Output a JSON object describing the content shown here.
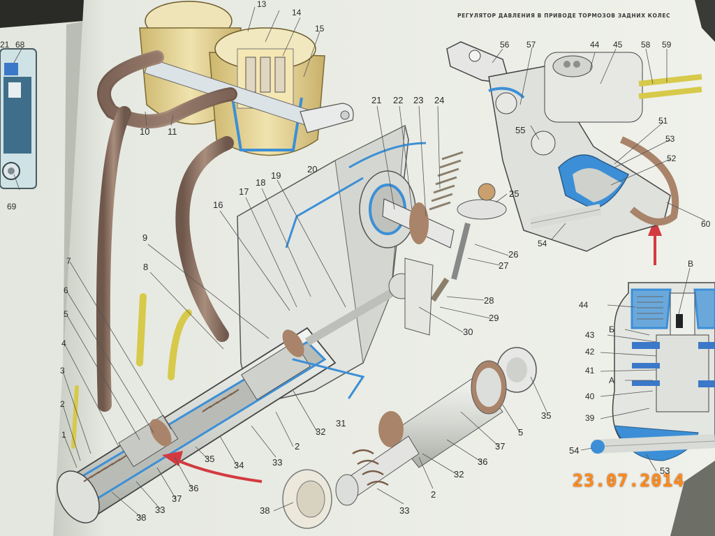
{
  "page_header": "РЕГУЛЯТОР ДАВЛЕНИЯ В ПРИВОДЕ ТОРМОЗОВ ЗАДНИХ КОЛЕС",
  "date_stamp": "23.07.2014",
  "colors": {
    "page": "#eceee6",
    "reservoir": "#e8d79a",
    "hose": "#8a6e60",
    "brake_fluid": "#3c8fd6",
    "metal": "#d9dbd6",
    "seal": "#a9846a",
    "arrow": "#d23a40",
    "date_stamp": "#ff8a1a"
  },
  "left_page_labels": [
    {
      "id": "lp-21",
      "text": "21"
    },
    {
      "id": "lp-68",
      "text": "68"
    },
    {
      "id": "lp-69",
      "text": "69"
    }
  ],
  "master_cylinder_labels": [
    {
      "id": "mc-13",
      "text": "13"
    },
    {
      "id": "mc-14",
      "text": "14"
    },
    {
      "id": "mc-15",
      "text": "15"
    },
    {
      "id": "mc-10",
      "text": "10"
    },
    {
      "id": "mc-11",
      "text": "11"
    },
    {
      "id": "mc-9",
      "text": "9"
    },
    {
      "id": "mc-8",
      "text": "8"
    },
    {
      "id": "mc-7",
      "text": "7"
    },
    {
      "id": "mc-6",
      "text": "6"
    },
    {
      "id": "mc-5a",
      "text": "5"
    },
    {
      "id": "mc-4",
      "text": "4"
    },
    {
      "id": "mc-3",
      "text": "3"
    },
    {
      "id": "mc-2a",
      "text": "2"
    },
    {
      "id": "mc-1",
      "text": "1"
    },
    {
      "id": "mc-16",
      "text": "16"
    },
    {
      "id": "mc-17",
      "text": "17"
    },
    {
      "id": "mc-18",
      "text": "18"
    },
    {
      "id": "mc-19",
      "text": "19"
    },
    {
      "id": "mc-20",
      "text": "20"
    },
    {
      "id": "mc-38a",
      "text": "38"
    },
    {
      "id": "mc-33a",
      "text": "33"
    },
    {
      "id": "mc-37a",
      "text": "37"
    },
    {
      "id": "mc-36a",
      "text": "36"
    },
    {
      "id": "mc-35a",
      "text": "35"
    },
    {
      "id": "mc-34",
      "text": "34"
    },
    {
      "id": "mc-33b",
      "text": "33"
    },
    {
      "id": "mc-2b",
      "text": "2"
    },
    {
      "id": "mc-32a",
      "text": "32"
    },
    {
      "id": "mc-31",
      "text": "31"
    }
  ],
  "regulator_labels": [
    {
      "id": "rg-21",
      "text": "21"
    },
    {
      "id": "rg-22",
      "text": "22"
    },
    {
      "id": "rg-23",
      "text": "23"
    },
    {
      "id": "rg-24",
      "text": "24"
    },
    {
      "id": "rg-25",
      "text": "25"
    },
    {
      "id": "rg-26",
      "text": "26"
    },
    {
      "id": "rg-27",
      "text": "27"
    },
    {
      "id": "rg-28",
      "text": "28"
    },
    {
      "id": "rg-29",
      "text": "29"
    },
    {
      "id": "rg-30",
      "text": "30"
    }
  ],
  "exploded_labels": [
    {
      "id": "ex-35",
      "text": "35"
    },
    {
      "id": "ex-5",
      "text": "5"
    },
    {
      "id": "ex-37",
      "text": "37"
    },
    {
      "id": "ex-36",
      "text": "36"
    },
    {
      "id": "ex-32",
      "text": "32"
    },
    {
      "id": "ex-2",
      "text": "2"
    },
    {
      "id": "ex-33",
      "text": "33"
    },
    {
      "id": "ex-38",
      "text": "38"
    }
  ],
  "valve_labels": [
    {
      "id": "vl-56",
      "text": "56"
    },
    {
      "id": "vl-57",
      "text": "57"
    },
    {
      "id": "vl-44",
      "text": "44"
    },
    {
      "id": "vl-45",
      "text": "45"
    },
    {
      "id": "vl-58",
      "text": "58"
    },
    {
      "id": "vl-59",
      "text": "59"
    },
    {
      "id": "vl-55",
      "text": "55"
    },
    {
      "id": "vl-51",
      "text": "51"
    },
    {
      "id": "vl-53",
      "text": "53"
    },
    {
      "id": "vl-52",
      "text": "52"
    },
    {
      "id": "vl-60",
      "text": "60"
    },
    {
      "id": "vl-54",
      "text": "54"
    }
  ],
  "section_labels": [
    {
      "id": "sc-B",
      "text": "В"
    },
    {
      "id": "sc-44",
      "text": "44"
    },
    {
      "id": "sc-Б",
      "text": "Б"
    },
    {
      "id": "sc-43",
      "text": "43"
    },
    {
      "id": "sc-42",
      "text": "42"
    },
    {
      "id": "sc-41",
      "text": "41"
    },
    {
      "id": "sc-A",
      "text": "А"
    },
    {
      "id": "sc-40",
      "text": "40"
    },
    {
      "id": "sc-39",
      "text": "39"
    },
    {
      "id": "sc-54",
      "text": "54"
    },
    {
      "id": "sc-53",
      "text": "53"
    }
  ]
}
